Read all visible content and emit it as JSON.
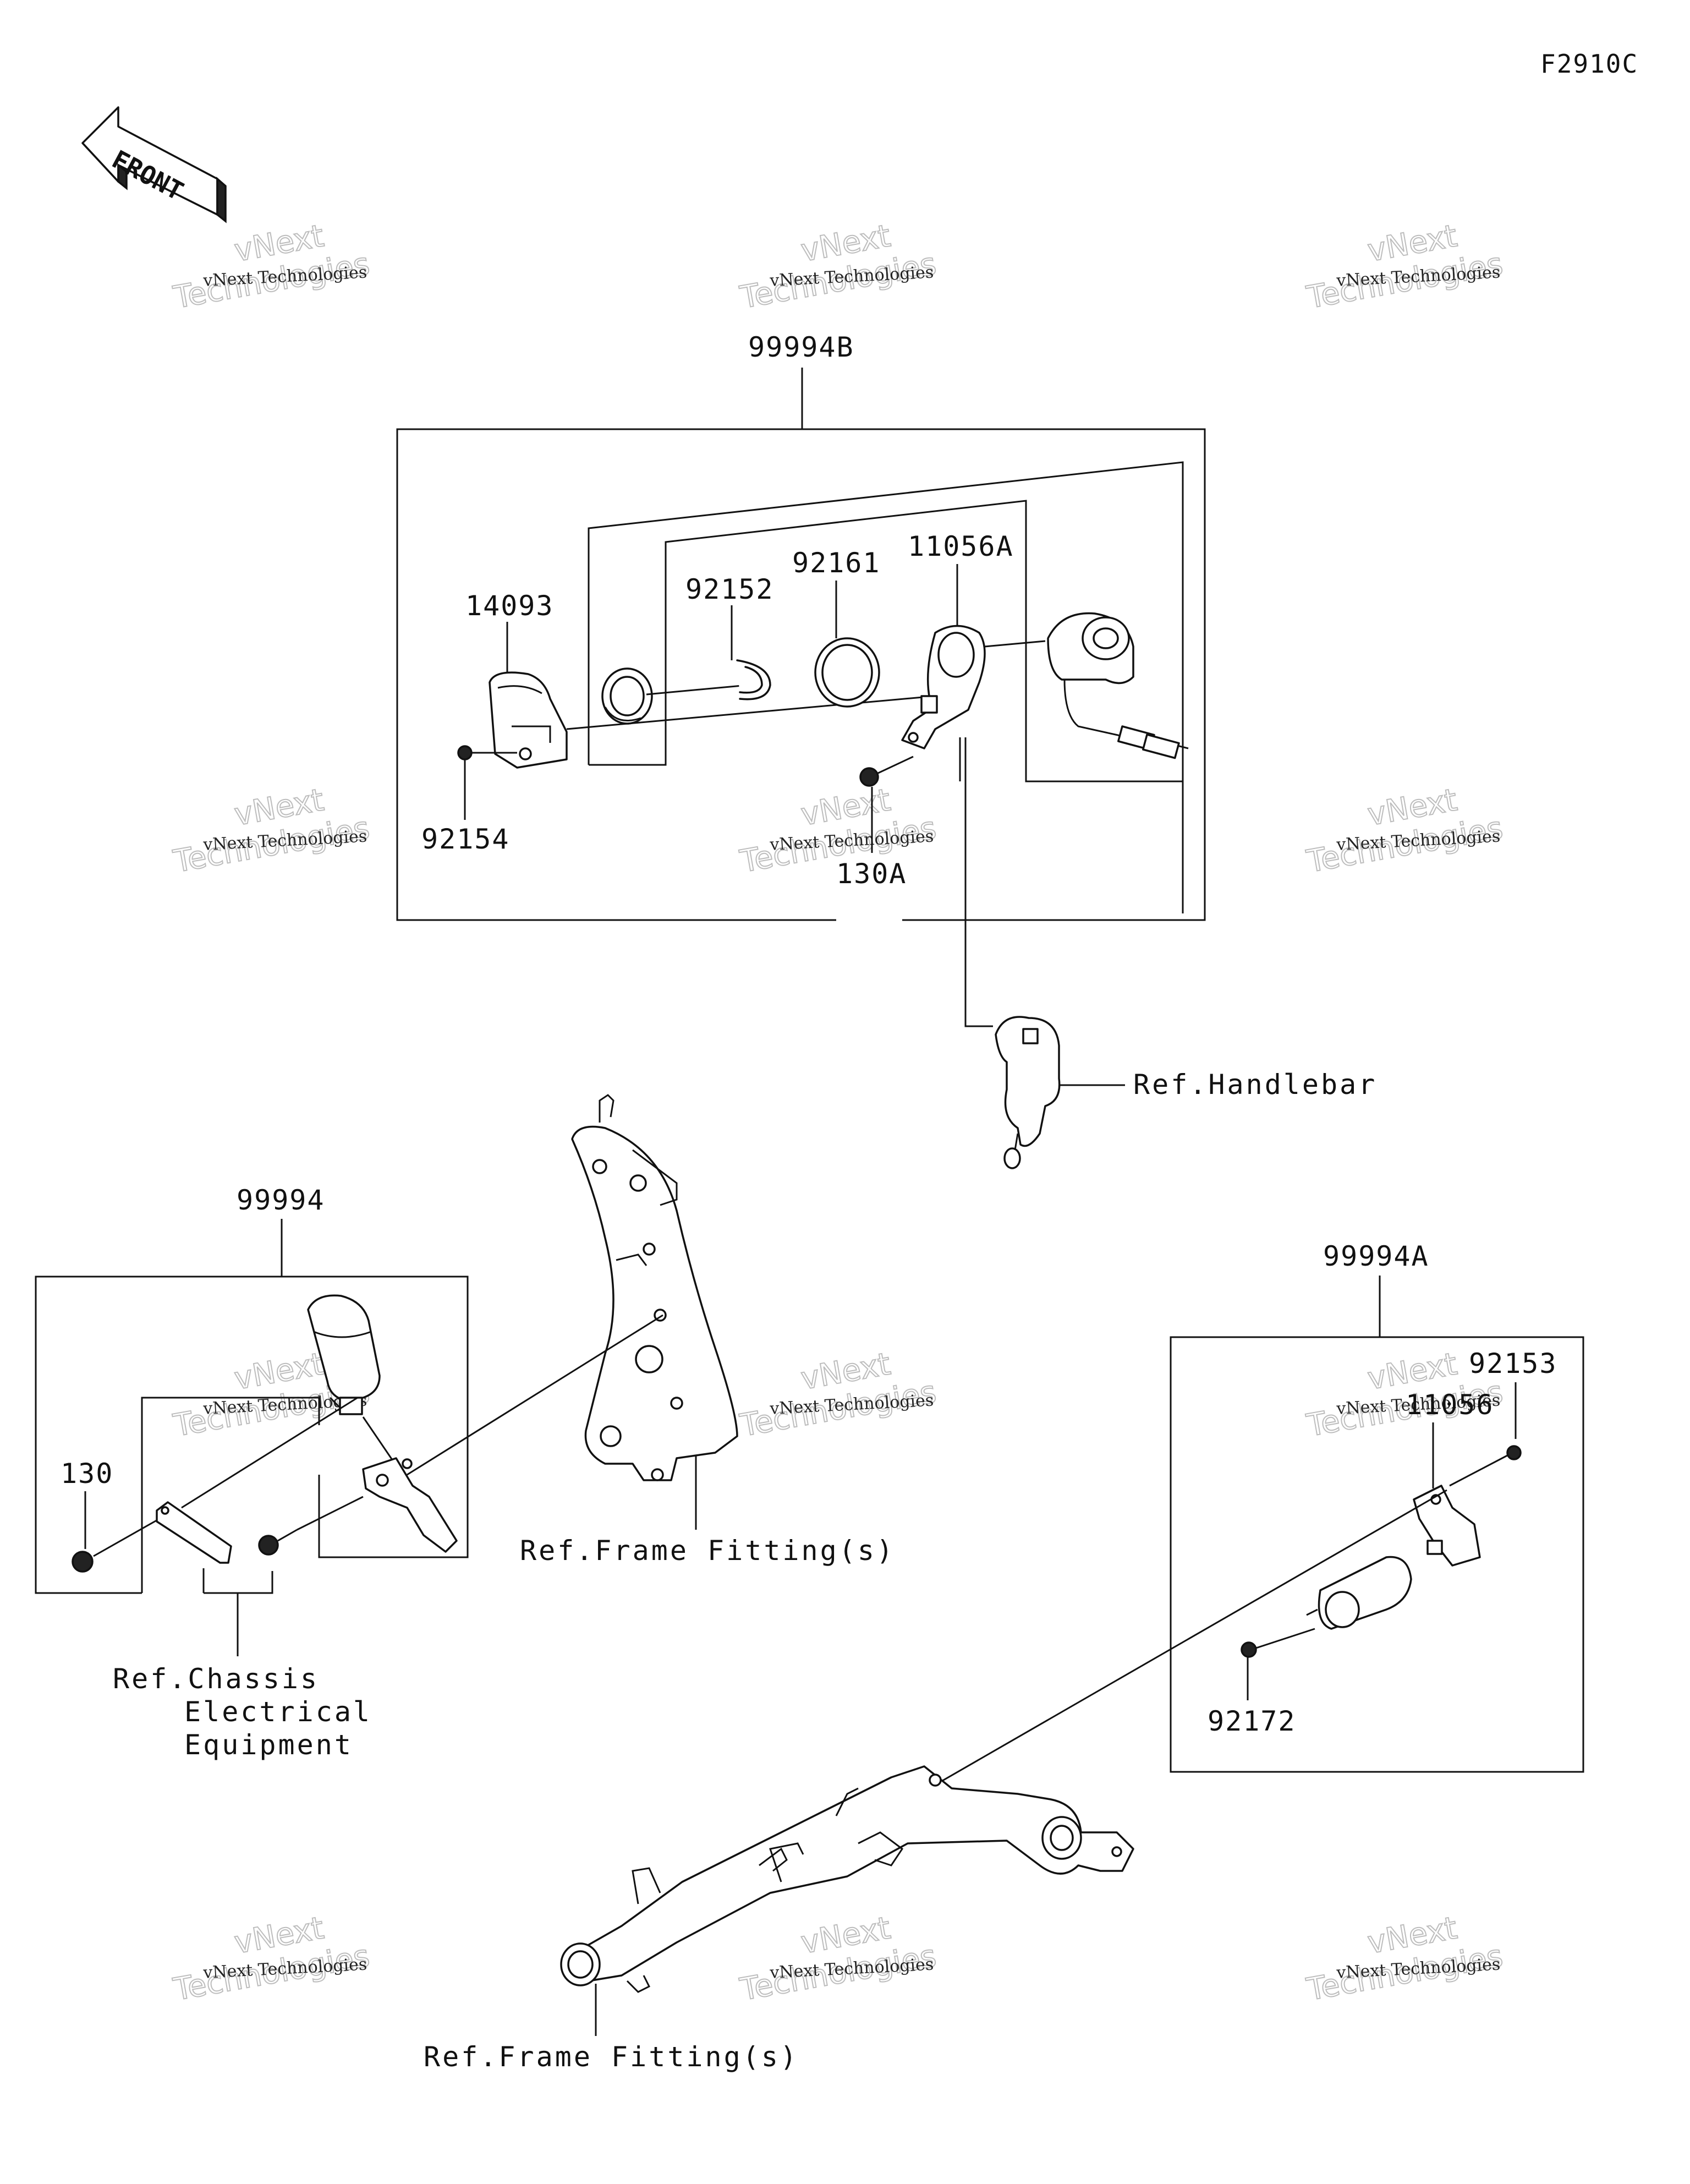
{
  "figure_code": "F2910C",
  "front_label": "FRONT",
  "watermark": {
    "line1": "vNext Technologies",
    "line2": "Technologies",
    "line3": "vNext"
  },
  "kits": {
    "top": "99994B",
    "left": "99994",
    "right": "99994A"
  },
  "parts": {
    "p14093": "14093",
    "p92152": "92152",
    "p92161": "92161",
    "p11056A": "11056A",
    "p92154": "92154",
    "p130A": "130A",
    "p130": "130",
    "p92153": "92153",
    "p11056": "11056",
    "p92172": "92172"
  },
  "refs": {
    "handlebar": "Ref.Handlebar",
    "frame_fitting_1": "Ref.Frame Fitting(s)",
    "frame_fitting_2": "Ref.Frame Fitting(s)",
    "chassis_line1": "Ref.Chassis",
    "chassis_line2": "Electrical",
    "chassis_line3": "Equipment"
  }
}
